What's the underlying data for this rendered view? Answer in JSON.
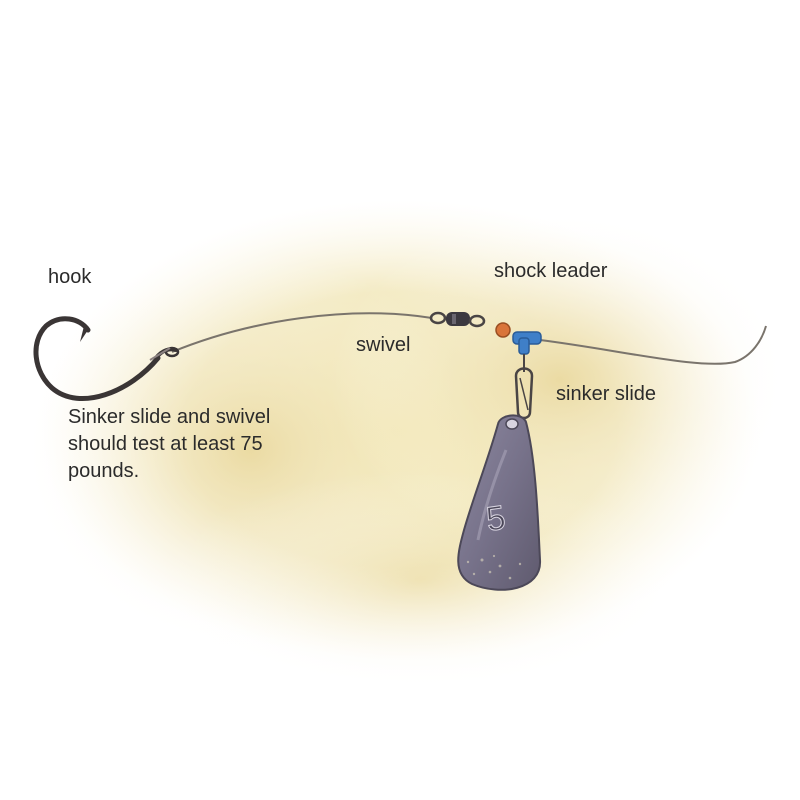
{
  "labels": {
    "hook": "hook",
    "shock_leader": "shock leader",
    "swivel": "swivel",
    "sinker_slide": "sinker slide"
  },
  "note": {
    "lines": [
      "Sinker slide and swivel",
      "should test at least 75",
      "pounds."
    ]
  },
  "sinker": {
    "weight_mark": "5"
  },
  "colors": {
    "background_wash": "#efe3a6",
    "line": "#7a746c",
    "sinker": "#7b7588",
    "slide": "#3f7fc8",
    "bead": "#d9743a",
    "text": "#2b2b2b"
  }
}
